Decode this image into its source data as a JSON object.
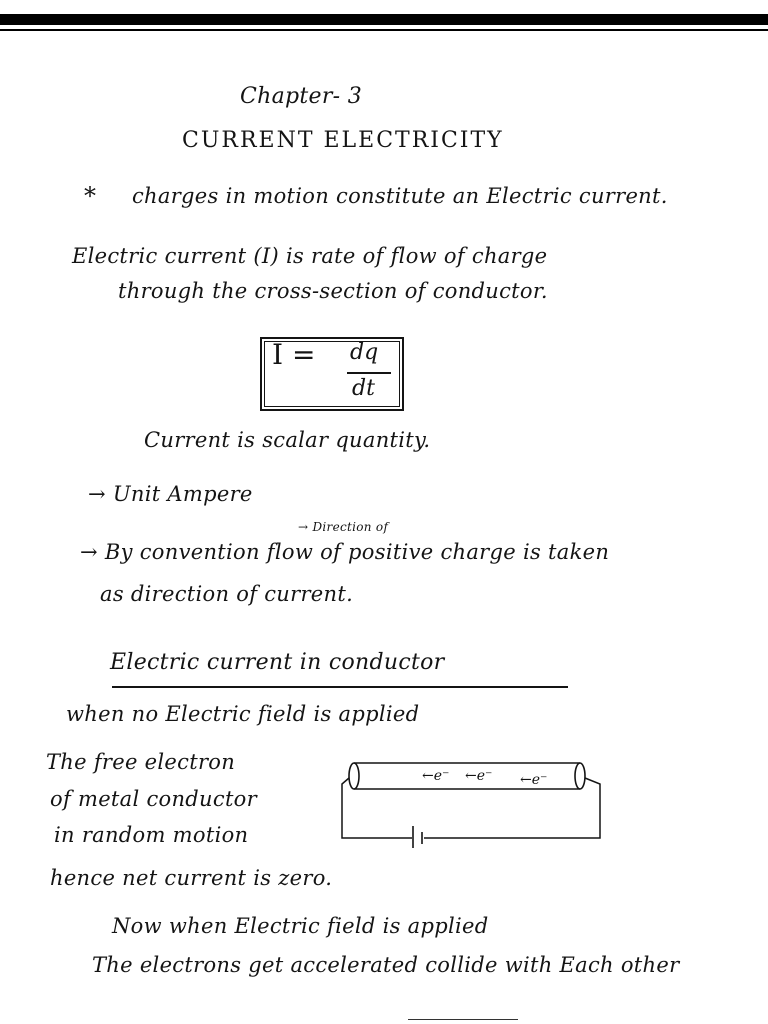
{
  "chapter": "Chapter- 3",
  "title": "CURRENT ELECTRICITY",
  "bullet_star": "*",
  "motion_line": "charges in motion constitute an Electric current.",
  "definition": {
    "line1": "Electric current (I) is rate of flow of charge",
    "line2": "through the cross-section of conductor."
  },
  "formula": {
    "lhs": "I =",
    "numerator": "dq",
    "denominator": "dt"
  },
  "scalar_line": "Current is scalar quantity.",
  "unit_line": "→ Unit Ampere",
  "convention": {
    "annotation": "→ Direction of",
    "line1": "→ By convention flow of positive charge is taken",
    "line2": "as direction of current."
  },
  "section_heading": "Electric current in conductor",
  "no_field_line": "when no Electric field is applied",
  "free_electron": {
    "line1": "The free electron",
    "line2": "of metal conductor",
    "line3": "in random motion"
  },
  "diagram_labels": [
    "←e⁻",
    "←e⁻",
    "←e⁻"
  ],
  "zero_line": "hence net current is zero.",
  "now_line": "Now when Electric field is applied",
  "accel_line": "The electrons get accelerated collide with Each other"
}
